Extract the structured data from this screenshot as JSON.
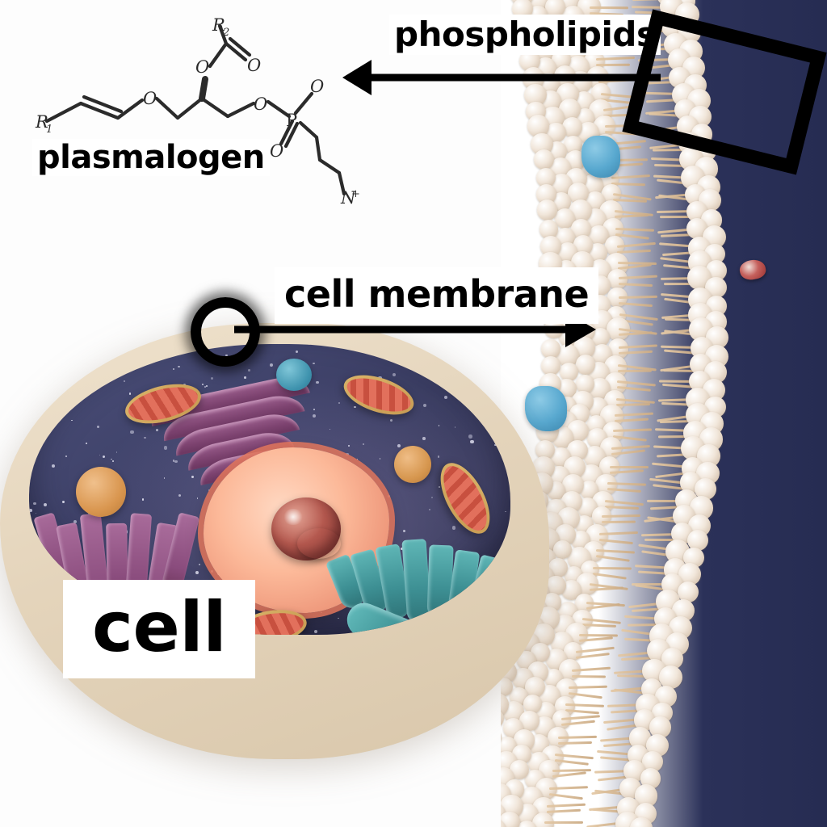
{
  "diagram": {
    "title_visible": false,
    "background_color": "#ffffff"
  },
  "labels": {
    "phospholipids": "phospholipids",
    "cell_membrane": "cell membrane",
    "cell": "cell",
    "plasmalogen": "plasmalogen"
  },
  "chem_structure": {
    "name": "plasmalogen",
    "atom_labels": [
      {
        "text": "R",
        "sub": "1"
      },
      {
        "text": "O"
      },
      {
        "text": "R",
        "sub": "2"
      },
      {
        "text": "O"
      },
      {
        "text": "O"
      },
      {
        "text": "O"
      },
      {
        "text": "P"
      },
      {
        "text": "O"
      },
      {
        "text": "O"
      },
      {
        "text": "N",
        "sup": "+"
      }
    ],
    "features": "vinyl ether linked alkenyl chain, glycerol backbone, ester carbonyl, phosphate head group with quaternary amine"
  },
  "annotations": {
    "arrow_phospholipids": {
      "direction": "left",
      "color": "#000000"
    },
    "arrow_cell_membrane": {
      "direction": "right",
      "color": "#000000"
    },
    "highlight_rectangle": {
      "shape": "rectangle",
      "rotation_deg": 14,
      "color": "#000000"
    },
    "circle_marker": {
      "shape": "circle",
      "color": "#000000"
    }
  },
  "cell_illustration": {
    "outer_membrane_color": "#e4d4bb",
    "cytoplasm_color": "#3e4168",
    "organelles": [
      {
        "name": "nucleus",
        "color": "#fcb999"
      },
      {
        "name": "nucleolus",
        "color": "#b5594f"
      },
      {
        "name": "golgi-apparatus",
        "color": "#8a4c7d"
      },
      {
        "name": "endoplasmic-reticulum-rough",
        "color": "#8a4c7d"
      },
      {
        "name": "endoplasmic-reticulum-smooth",
        "color": "#3d8f93"
      },
      {
        "name": "mitochondrion",
        "color": "#c8503f"
      },
      {
        "name": "vesicle",
        "color": "#d9a05b"
      }
    ]
  },
  "membrane_illustration": {
    "lipid_head_color": "#f1e6da",
    "lipid_tail_color": "#d6b994",
    "extracellular_color": "#ffffff",
    "intracellular_color": "#2b3159",
    "membrane_protein_color": "#58a8cf",
    "free_protein_color": "#97302f",
    "structure": "phospholipid bilayer"
  }
}
